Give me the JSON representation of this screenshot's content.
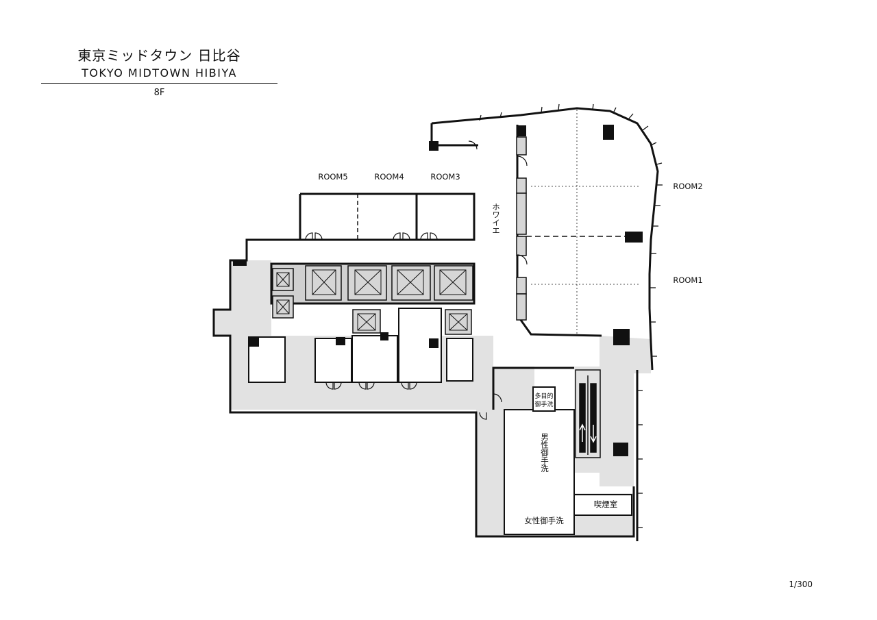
{
  "header": {
    "title_jp": "東京ミッドタウン 日比谷",
    "title_en": "TOKYO MIDTOWN HIBIYA",
    "floor": "8F"
  },
  "scale": "1/300",
  "rooms": {
    "room5": "ROOM5",
    "room4": "ROOM4",
    "room3": "ROOM3",
    "room2": "ROOM2",
    "room1": "ROOM1",
    "foyer": "ホワイエ",
    "multi_toilet_1": "多目的",
    "multi_toilet_2": "御手洗",
    "mens_toilet": "男性御手洗",
    "womens_toilet": "女性御手洗",
    "smoking_room": "喫煙室"
  },
  "colors": {
    "wall": "#111111",
    "service_fill": "#e2e2e2",
    "room_fill": "#f4f4f4"
  }
}
